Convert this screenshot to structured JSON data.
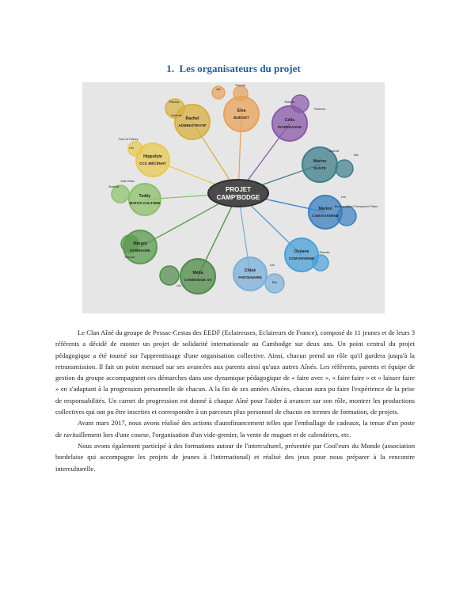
{
  "heading": "1.  Les organisateurs du projet",
  "diagram": {
    "center": [
      "PROJET",
      "CAMP'BODGE"
    ],
    "nodes": [
      {
        "name": "Elsa",
        "role": "BUDGET",
        "color": "#e8a15a",
        "subs": [
          "Alé",
          "Romain"
        ]
      },
      {
        "name": "Célia",
        "role": "INTENDANCE",
        "color": "#8a5aa8",
        "subs": [
          "Romain",
          "Florence"
        ]
      },
      {
        "name": "Marine",
        "role": "SANTÉ",
        "color": "#3e7e8a",
        "subs": [
          "Noémie",
          "Elie"
        ]
      },
      {
        "name": "Marion",
        "role": "COM EXTERNE",
        "color": "#3a7fbf",
        "subs": [
          "Léo",
          "Bastien (alias) François et Priam"
        ]
      },
      {
        "name": "Océane",
        "role": "COM INTERNE",
        "color": "#4aa0d8",
        "subs": [
          "Romain"
        ]
      },
      {
        "name": "Chloé",
        "role": "PARTENAIRE",
        "color": "#7ab0d8",
        "subs": [
          "Léo",
          "Elie"
        ]
      },
      {
        "name": "Mélia",
        "role": "CAMBODGE SX",
        "color": "#4f8a4a",
        "subs": [
          "Léo"
        ]
      },
      {
        "name": "Margot",
        "role": "ITINÉRAIRE",
        "color": "#5a9a4f",
        "subs": [
          "Romain"
        ]
      },
      {
        "name": "Teddy",
        "role": "MATOS CULTURE",
        "color": "#8cc06a",
        "subs": [
          "Jean Marc",
          "Noémie"
        ]
      },
      {
        "name": "Hippolyte",
        "role": "CCC MÉCÉNAT",
        "color": "#e8c850",
        "subs": [
          "Fred et Thierry",
          "Léo"
        ]
      },
      {
        "name": "Rachel",
        "role": "ADMINISTRATIF",
        "color": "#d8b040",
        "subs": [
          "Patricia",
          "Noémie"
        ]
      }
    ]
  },
  "paragraphs": [
    "Le Clan Aîné du groupe de Pessac-Cestas des EEDF (Eclaireuses, Eclaireurs de France), composé de 11 jeunes et de leurs 3 référents a décidé de monter un projet de solidarité internationale au Cambodge sur deux ans. Un point central du projet pédagogique a été tourné sur l'apprentissage d'une organisation collective. Ainsi, chacun prend un rôle qu'il gardera jusqu'à la retransmission. Il fait un point mensuel sur ses avancées aux parents ainsi qu'aux autres Aînés. Les référents, parents et équipe de gestion du groupe accompagnent ces démarches dans une dynamique pédagogique de « faire avec », « faire faire » et « laisser faire » en s'adaptant à la progression personnelle de chacun. A la fin de ses années Aînées, chacun aura pu faire l'expérience de la prise de responsabilités. Un carnet de progression est donné à chaque Aîné pour l'aider à avancer sur son rôle, montrer les productions collectives qui ont pu être inscrites et correspondre à un parcours plus personnel de chacun en termes de formation, de projets.",
    "Avant mars 2017, nous avons réalisé des actions d'autofinancement telles que l'emballage de cadeaux, la tenue d'un poste de ravitaillement lors d'une course, l'organisation d'un vide-grenier, la vente de muguet et de calendriers, etc.",
    "Nous avons également participé à des formations autour de l'interculturel, présentée par Cool'eurs du Monde (association bordelaise qui accompagne les projets de jeunes à l'international) et réalisé des jeux pour nous préparer à la rencontre interculturelle."
  ]
}
